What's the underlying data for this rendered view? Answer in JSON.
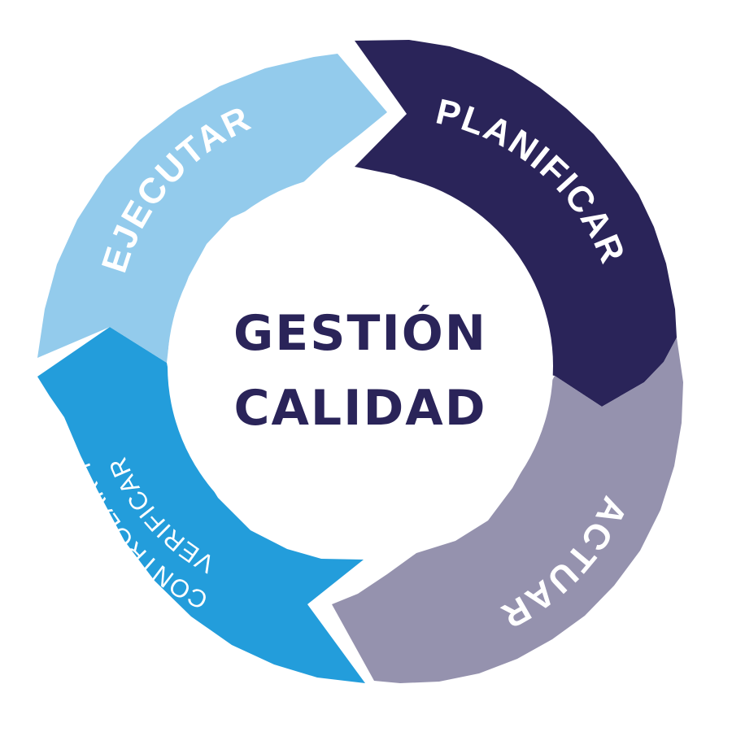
{
  "center": {
    "line1": "GESTIÓN",
    "line2": "CALIDAD"
  },
  "segments": {
    "planificar": "PLANIFICAR",
    "actuar": "ACTUAR",
    "controlar_line1": "CONTROLAR Y",
    "controlar_line2": "VERIFICAR",
    "ejecutar": "EJECUTAR"
  },
  "colors": {
    "planificar": "#2a2459",
    "actuar": "#9592ae",
    "controlar": "#239ddb",
    "ejecutar": "#93cbec",
    "center_text": "#2a2459",
    "background": "#ffffff"
  }
}
